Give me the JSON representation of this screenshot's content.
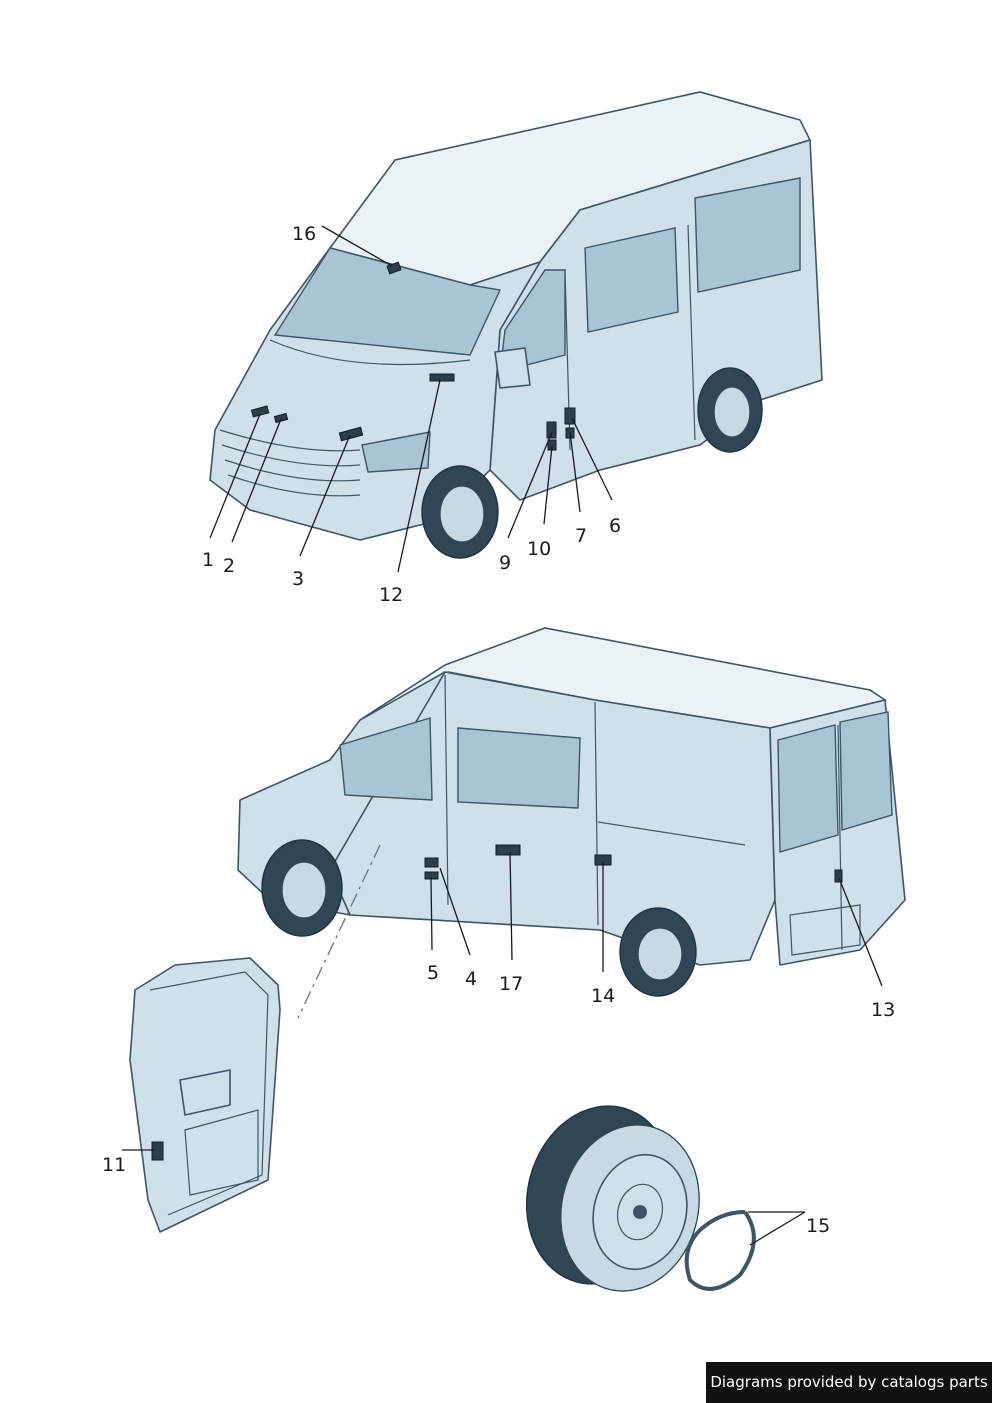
{
  "callouts": {
    "c1": "1",
    "c2": "2",
    "c3": "3",
    "c4": "4",
    "c5": "5",
    "c6": "6",
    "c7": "7",
    "c9": "9",
    "c10": "10",
    "c11": "11",
    "c12": "12",
    "c13": "13",
    "c14": "14",
    "c15": "15",
    "c16": "16",
    "c17": "17"
  },
  "footer": {
    "text": "Diagrams provided by catalogs parts"
  }
}
